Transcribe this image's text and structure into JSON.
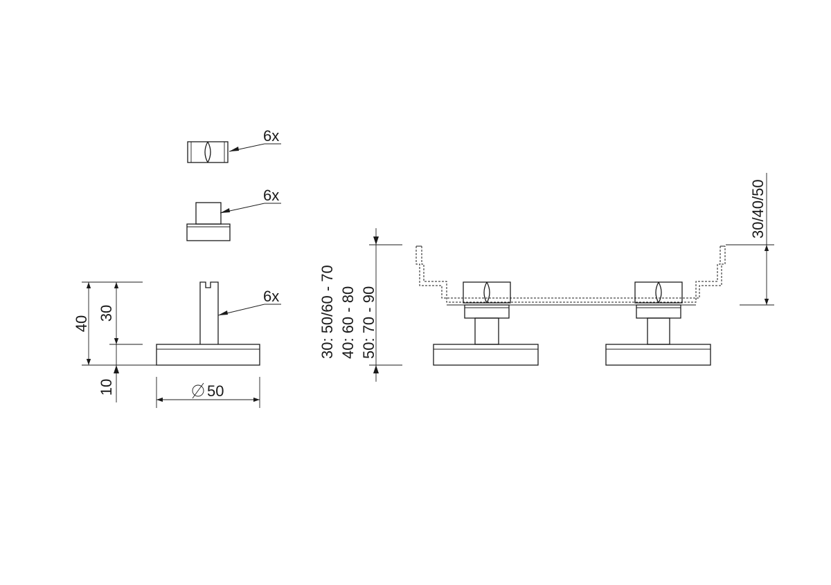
{
  "labels": {
    "qty_nut": "6x",
    "qty_spacer": "6x",
    "qty_foot": "6x",
    "dim_total_height": "40",
    "dim_stem_height": "30",
    "dim_base_height": "10",
    "dim_diameter": "50",
    "range_30": "30: 50/60 - 70",
    "range_40": "40: 60 - 80",
    "range_50": "50: 70 - 90",
    "tray_height": "30/40/50"
  },
  "colors": {
    "line": "#1a1a1a",
    "background": "#ffffff"
  },
  "icons": {
    "diameter_symbol": "diameter-icon"
  }
}
